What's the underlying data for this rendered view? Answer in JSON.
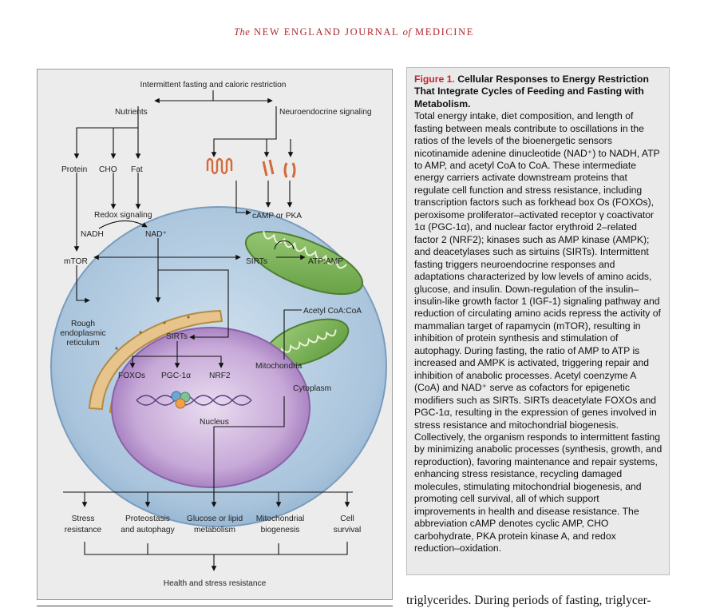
{
  "journal": {
    "the": "The",
    "name_part1": "NEW ENGLAND JOURNAL",
    "of": "of",
    "name_part2": "MEDICINE"
  },
  "figure": {
    "top_label": "Intermittent fasting and caloric restriction",
    "nutrients": "Nutrients",
    "neuroendocrine": "Neuroendocrine signaling",
    "protein": "Protein",
    "cho": "CHO",
    "fat": "Fat",
    "redox": "Redox signaling",
    "nadh": "NADH",
    "nad": "NAD⁺",
    "camp_pka": "cAMP or PKA",
    "mtor": "mTOR",
    "sirts_cyto": "SIRTs",
    "atp_amp": "ATP:AMP",
    "acetyl": "Acetyl CoA:CoA",
    "rough_er": [
      "Rough",
      "endoplasmic",
      "reticulum"
    ],
    "sirts_nuc": "SIRTs",
    "foxos": "FOXOs",
    "pgc": "PGC-1α",
    "nrf2": "NRF2",
    "mitochondria": "Mitochondria",
    "cytoplasm": "Cytoplasm",
    "nucleus": "Nucleus",
    "outcomes": [
      [
        "Stress",
        "resistance"
      ],
      [
        "Proteostasis",
        "and autophagy"
      ],
      [
        "Glucose or lipid",
        "metabolism"
      ],
      [
        "Mitochondrial",
        "biogenesis"
      ],
      [
        "Cell",
        "survival"
      ]
    ],
    "health": "Health and stress resistance"
  },
  "caption": {
    "fig_no": "Figure 1.",
    "title": "Cellular Responses to Energy Restriction That Integrate Cycles of Feeding and Fasting with Metabolism.",
    "body": "Total energy intake, diet composition, and length of fasting between meals contribute to oscillations in the ratios of the levels of the bioenergetic sensors nicotinamide adenine dinucleotide (NAD⁺) to NADH, ATP to AMP, and acetyl CoA to CoA. These intermediate energy carriers activate downstream proteins that regulate cell function and stress resistance, including transcription factors such as forkhead box Os (FOXOs), peroxisome proliferator–activated receptor γ coactivator 1α (PGC-1α), and nuclear factor erythroid 2–related factor 2 (NRF2); kinases such as AMP kinase (AMPK); and deacetylases such as sirtuins (SIRTs). Intermittent fasting triggers neuroendocrine responses and adaptations characterized by low levels of amino acids, glucose, and insulin. Down-regulation of the insulin–insulin-like growth factor 1 (IGF-1) signaling pathway and reduction of circulating amino acids repress the activity of mammalian target of rapamycin (mTOR), resulting in inhibition of protein synthesis and stimulation of autophagy. During fasting, the ratio of AMP to ATP is increased and AMPK is activated, triggering repair and inhibition of anabolic processes. Acetyl coenzyme A (CoA) and NAD⁺ serve as cofactors for epigenetic modifiers such as SIRTs. SIRTs deacetylate FOXOs and PGC-1α, resulting in the expression of genes involved in stress resistance and mitochondrial biogenesis. Collectively, the organism responds to intermittent fasting by minimizing anabolic processes (synthesis, growth, and reproduction), favoring maintenance and repair systems, enhancing stress resistance, recycling damaged molecules, stimulating mitochondrial biogenesis, and promoting cell survival, all of which support improvements in health and disease resistance. The abbreviation cAMP denotes cyclic AMP, CHO carbohydrate, PKA protein kinase A, and redox reduction–oxidation."
  },
  "continuation": {
    "line1": "triglycerides. During periods of fasting, triglycer-"
  }
}
